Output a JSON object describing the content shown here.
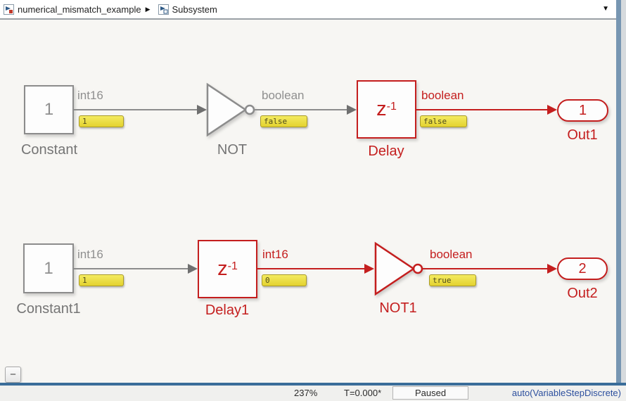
{
  "breadcrumb": {
    "model": "numerical_mismatch_example",
    "subsystem": "Subsystem"
  },
  "icons": {
    "breadcrumb_separator": "▶",
    "dropdown_arrow": "▼",
    "collapse_minus": "−"
  },
  "canvas": {
    "row1": {
      "constant": {
        "value": "1",
        "label": "Constant"
      },
      "signal1": {
        "type": "int16",
        "value": "1"
      },
      "not": {
        "label": "NOT"
      },
      "signal2": {
        "type": "boolean",
        "value": "false"
      },
      "delay": {
        "base": "z",
        "exp": "-1",
        "label": "Delay"
      },
      "signal3": {
        "type": "boolean",
        "value": "false"
      },
      "out": {
        "port": "1",
        "label": "Out1"
      }
    },
    "row2": {
      "constant": {
        "value": "1",
        "label": "Constant1"
      },
      "signal1": {
        "type": "int16",
        "value": "1"
      },
      "delay": {
        "base": "z",
        "exp": "-1",
        "label": "Delay1"
      },
      "signal2": {
        "type": "int16",
        "value": "0"
      },
      "not": {
        "label": "NOT1"
      },
      "signal3": {
        "type": "boolean",
        "value": "true"
      },
      "out": {
        "port": "2",
        "label": "Out2"
      }
    }
  },
  "status_bar": {
    "zoom": "237%",
    "time": "T=0.000*",
    "state": "Paused",
    "solver": "auto(VariableStepDiscrete)"
  },
  "colors": {
    "error_red": "#c41e1e",
    "block_gray": "#8c8c8c",
    "tag_yellow": "#f0e24a",
    "solver_blue": "#2c4f9e",
    "frame_blue": "#3a6d99",
    "canvas_bg": "#f7f6f3"
  }
}
